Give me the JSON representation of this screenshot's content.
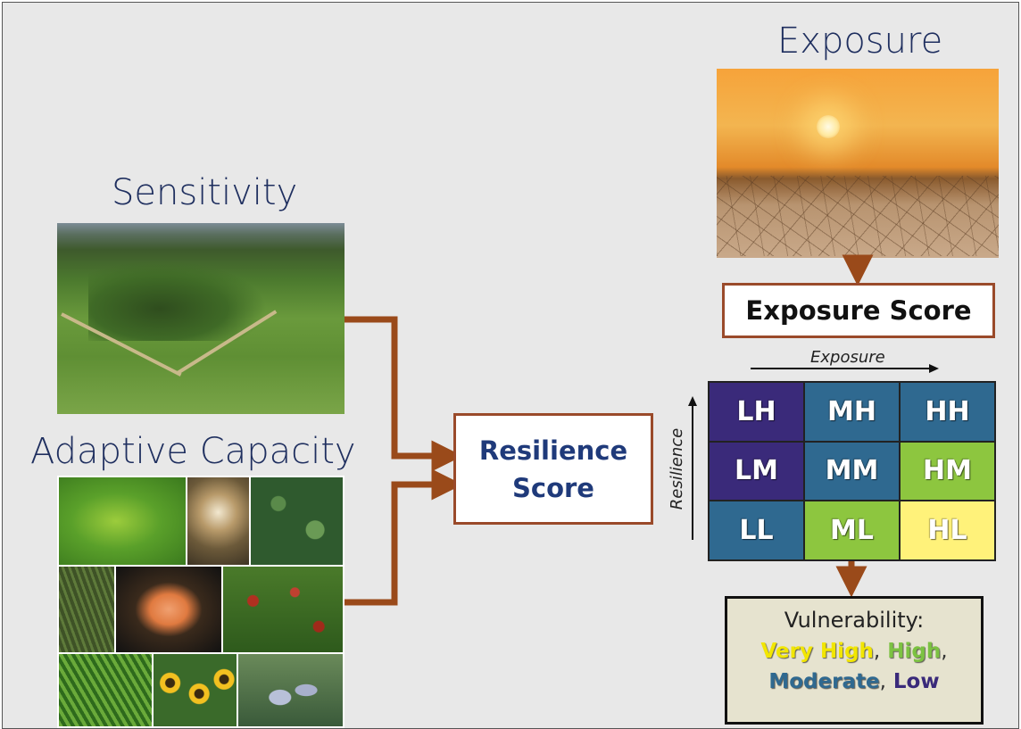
{
  "headings": {
    "sensitivity": "Sensitivity",
    "adaptive_capacity": "Adaptive Capacity",
    "exposure": "Exposure"
  },
  "boxes": {
    "resilience_line1": "Resilience",
    "resilience_line2": "Score",
    "exposure_score": "Exposure Score"
  },
  "matrix": {
    "x_axis": "Exposure",
    "y_axis": "Resilience",
    "cells": [
      {
        "label": "LH",
        "color": "#3a2a7a"
      },
      {
        "label": "MH",
        "color": "#2f6990"
      },
      {
        "label": "HH",
        "color": "#2f6990"
      },
      {
        "label": "LM",
        "color": "#3a2a7a"
      },
      {
        "label": "MM",
        "color": "#2f6990"
      },
      {
        "label": "HM",
        "color": "#8dc63f"
      },
      {
        "label": "LL",
        "color": "#2f6990"
      },
      {
        "label": "ML",
        "color": "#8dc63f"
      },
      {
        "label": "HL",
        "color": "#fff27a"
      }
    ]
  },
  "vulnerability": {
    "title": "Vulnerability:",
    "levels": [
      {
        "label": "Very High",
        "color": "#f2e600"
      },
      {
        "label": "High",
        "color": "#7cc242"
      },
      {
        "label": "Moderate",
        "color": "#2f6990"
      },
      {
        "label": "Low",
        "color": "#3a2a7a"
      }
    ],
    "separator": ","
  },
  "colors": {
    "arrow": "#9a4a1a",
    "heading": "#1f2f5f",
    "resilience_text": "#1f3a7a",
    "box_border": "#9a4a2a"
  }
}
